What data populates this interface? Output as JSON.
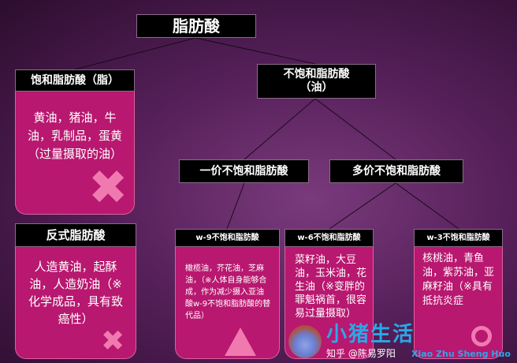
{
  "title": "脂肪酸",
  "saturated": {
    "label": "饱和脂肪酸（脂）",
    "text": "黄油，猪油，牛油，乳制品，蛋黄（过量摄取的油）"
  },
  "trans": {
    "label": "反式脂肪酸",
    "text": "人造黄油，起酥油，人造奶油（※化学成品，具有致癌性）"
  },
  "unsaturated": {
    "label_line1": "不饱和脂肪酸",
    "label_line2": "（油）"
  },
  "mono": {
    "label": "一价不饱和脂肪酸"
  },
  "poly": {
    "label": "多价不饱和脂肪酸"
  },
  "w9": {
    "label": "w-9不饱和脂肪酸",
    "text": "橄榄油，芥花油，芝麻油，（※人体自身能够合成，作为减少摄入亚油酸w-9不饱和脂肪酸的替代品）"
  },
  "w6": {
    "label": "w-6不饱和脂肪酸",
    "text": "菜籽油，大豆油，玉米油，花生油（※变胖的罪魁祸首，很容易过量摄取）"
  },
  "w3": {
    "label": "w-3不饱和脂肪酸",
    "text": "核桃油，青鱼油，紫苏油，亚麻籽油（※具有抵抗炎症"
  },
  "watermark": {
    "brand": "小猪生活",
    "account": "知乎 @陈易罗阳",
    "pinyin": "Xiao Zhu Sheng Huo"
  },
  "colors": {
    "card": "#b8186f",
    "header": "#000000",
    "mark": "#f07ab0"
  }
}
